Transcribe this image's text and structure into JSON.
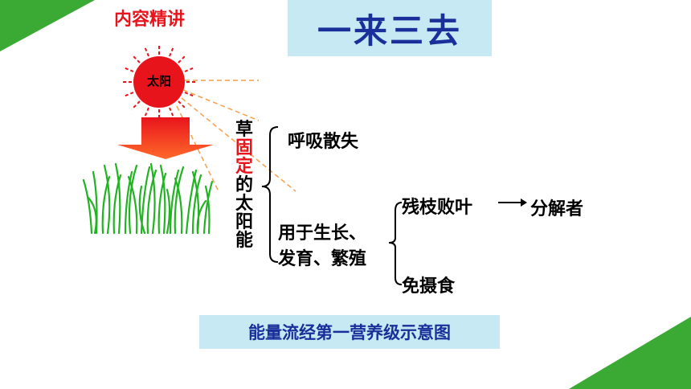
{
  "section_label": "内容精讲",
  "title": "一来三去",
  "sun_label": "太阳",
  "vertical_label": [
    "草",
    "固",
    "定",
    "的",
    "太",
    "阳",
    "能"
  ],
  "branch_respiration": "呼吸散失",
  "branch_growth": [
    "用于生长、",
    "发育、繁殖"
  ],
  "branch_litter": "残枝败叶",
  "arrow_glyph": "—→",
  "branch_decomposer": "分解者",
  "branch_consumed": "免摄食",
  "caption": "能量流经第一营养级示意图",
  "colors": {
    "accent_green": "#3aaa35",
    "red": "#e8141c",
    "title_blue": "#1a2f9a",
    "box_bg": "#c6e9f3",
    "sun": "#e8141c",
    "ray": "#f4a04a"
  }
}
